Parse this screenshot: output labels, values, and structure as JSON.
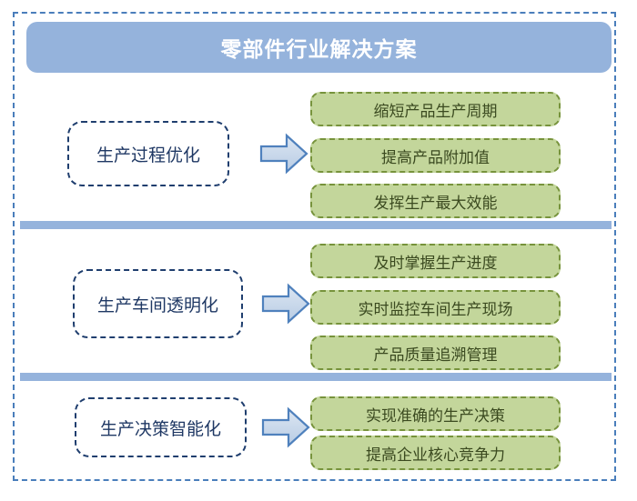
{
  "header": {
    "title": "零部件行业解决方案",
    "bar_color": "#95B3DC",
    "title_color": "#FFFFFF"
  },
  "frame": {
    "border_color": "#4A7EBB",
    "border_style": "dashed"
  },
  "colors": {
    "accent_blue": "#95B3DC",
    "category_border": "#1F3E6E",
    "category_text": "#1F3864",
    "benefit_fill": "#C3D69B",
    "benefit_border": "#77933C",
    "benefit_text": "#3B4A20",
    "arrow_fill": "#C6D9EC",
    "arrow_border": "#4F81BD",
    "divider": "#95B3DC"
  },
  "icons": {
    "arrow": "right-arrow-icon"
  },
  "sections": [
    {
      "category": "生产过程优化",
      "benefits": [
        "缩短产品生产周期",
        "提高产品附加值",
        "发挥生产最大效能"
      ]
    },
    {
      "category": "生产车间透明化",
      "benefits": [
        "及时掌握生产进度",
        "实时监控车间生产现场",
        "产品质量追溯管理"
      ]
    },
    {
      "category": "生产决策智能化",
      "benefits": [
        "实现准确的生产决策",
        "提高企业核心竞争力"
      ]
    }
  ]
}
